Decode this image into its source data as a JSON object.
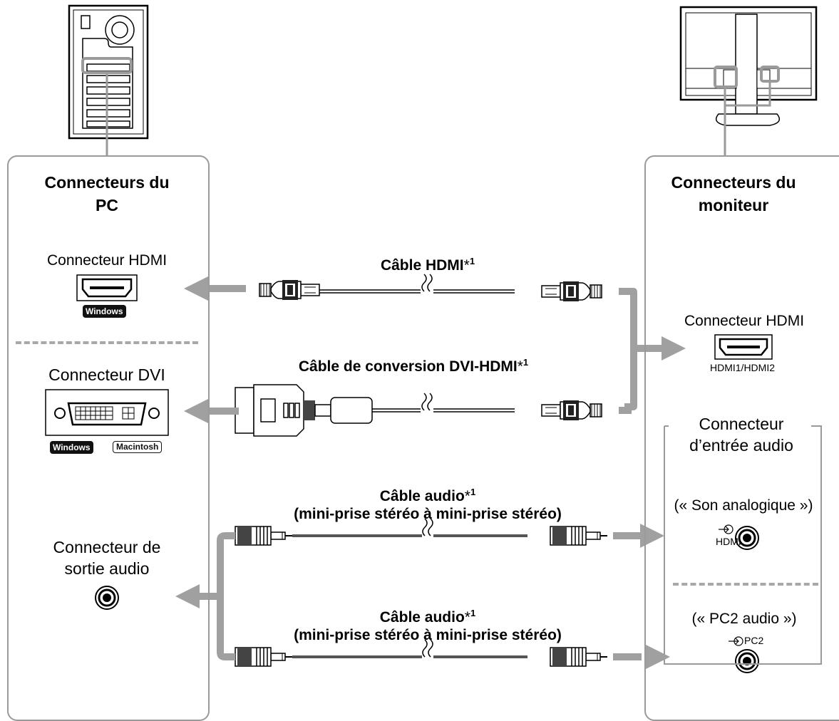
{
  "pc_panel": {
    "heading_line1": "Connecteurs du",
    "heading_line2": "PC",
    "hdmi_label": "Connecteur HDMI",
    "hdmi_badge": "Windows",
    "dvi_label": "Connecteur DVI",
    "dvi_badges": [
      "Windows",
      "Macintosh"
    ],
    "audio_out_label_line1": "Connecteur de",
    "audio_out_label_line2": "sortie audio"
  },
  "monitor_panel": {
    "heading_line1": "Connecteurs du",
    "heading_line2": "moniteur",
    "hdmi_label": "Connecteur HDMI",
    "hdmi_port_caption": "HDMI1/HDMI2",
    "audio_in_label_line1": "Connecteur",
    "audio_in_label_line2": "d’entrée audio",
    "analog_label": "(« Son analogique »)",
    "analog_port_caption": "HDMI",
    "pc2_label": "(« PC2 audio »)",
    "pc2_port_caption": "PC2"
  },
  "cables": {
    "hdmi": "Câble HDMI",
    "dvi_hdmi": "Câble de conversion DVI-HDMI",
    "audio1_line1": "Câble audio",
    "audio1_line2": "(mini-prise stéréo à mini-prise stéréo)",
    "audio2_line1": "Câble audio",
    "audio2_line2": "(mini-prise stéréo à mini-prise stéréo)",
    "footnote_mark": "*",
    "footnote_number": "1"
  },
  "colors": {
    "arrow": "#a0a0a0",
    "panel_border": "#9a9a9a",
    "cable_dark": "#555555"
  }
}
